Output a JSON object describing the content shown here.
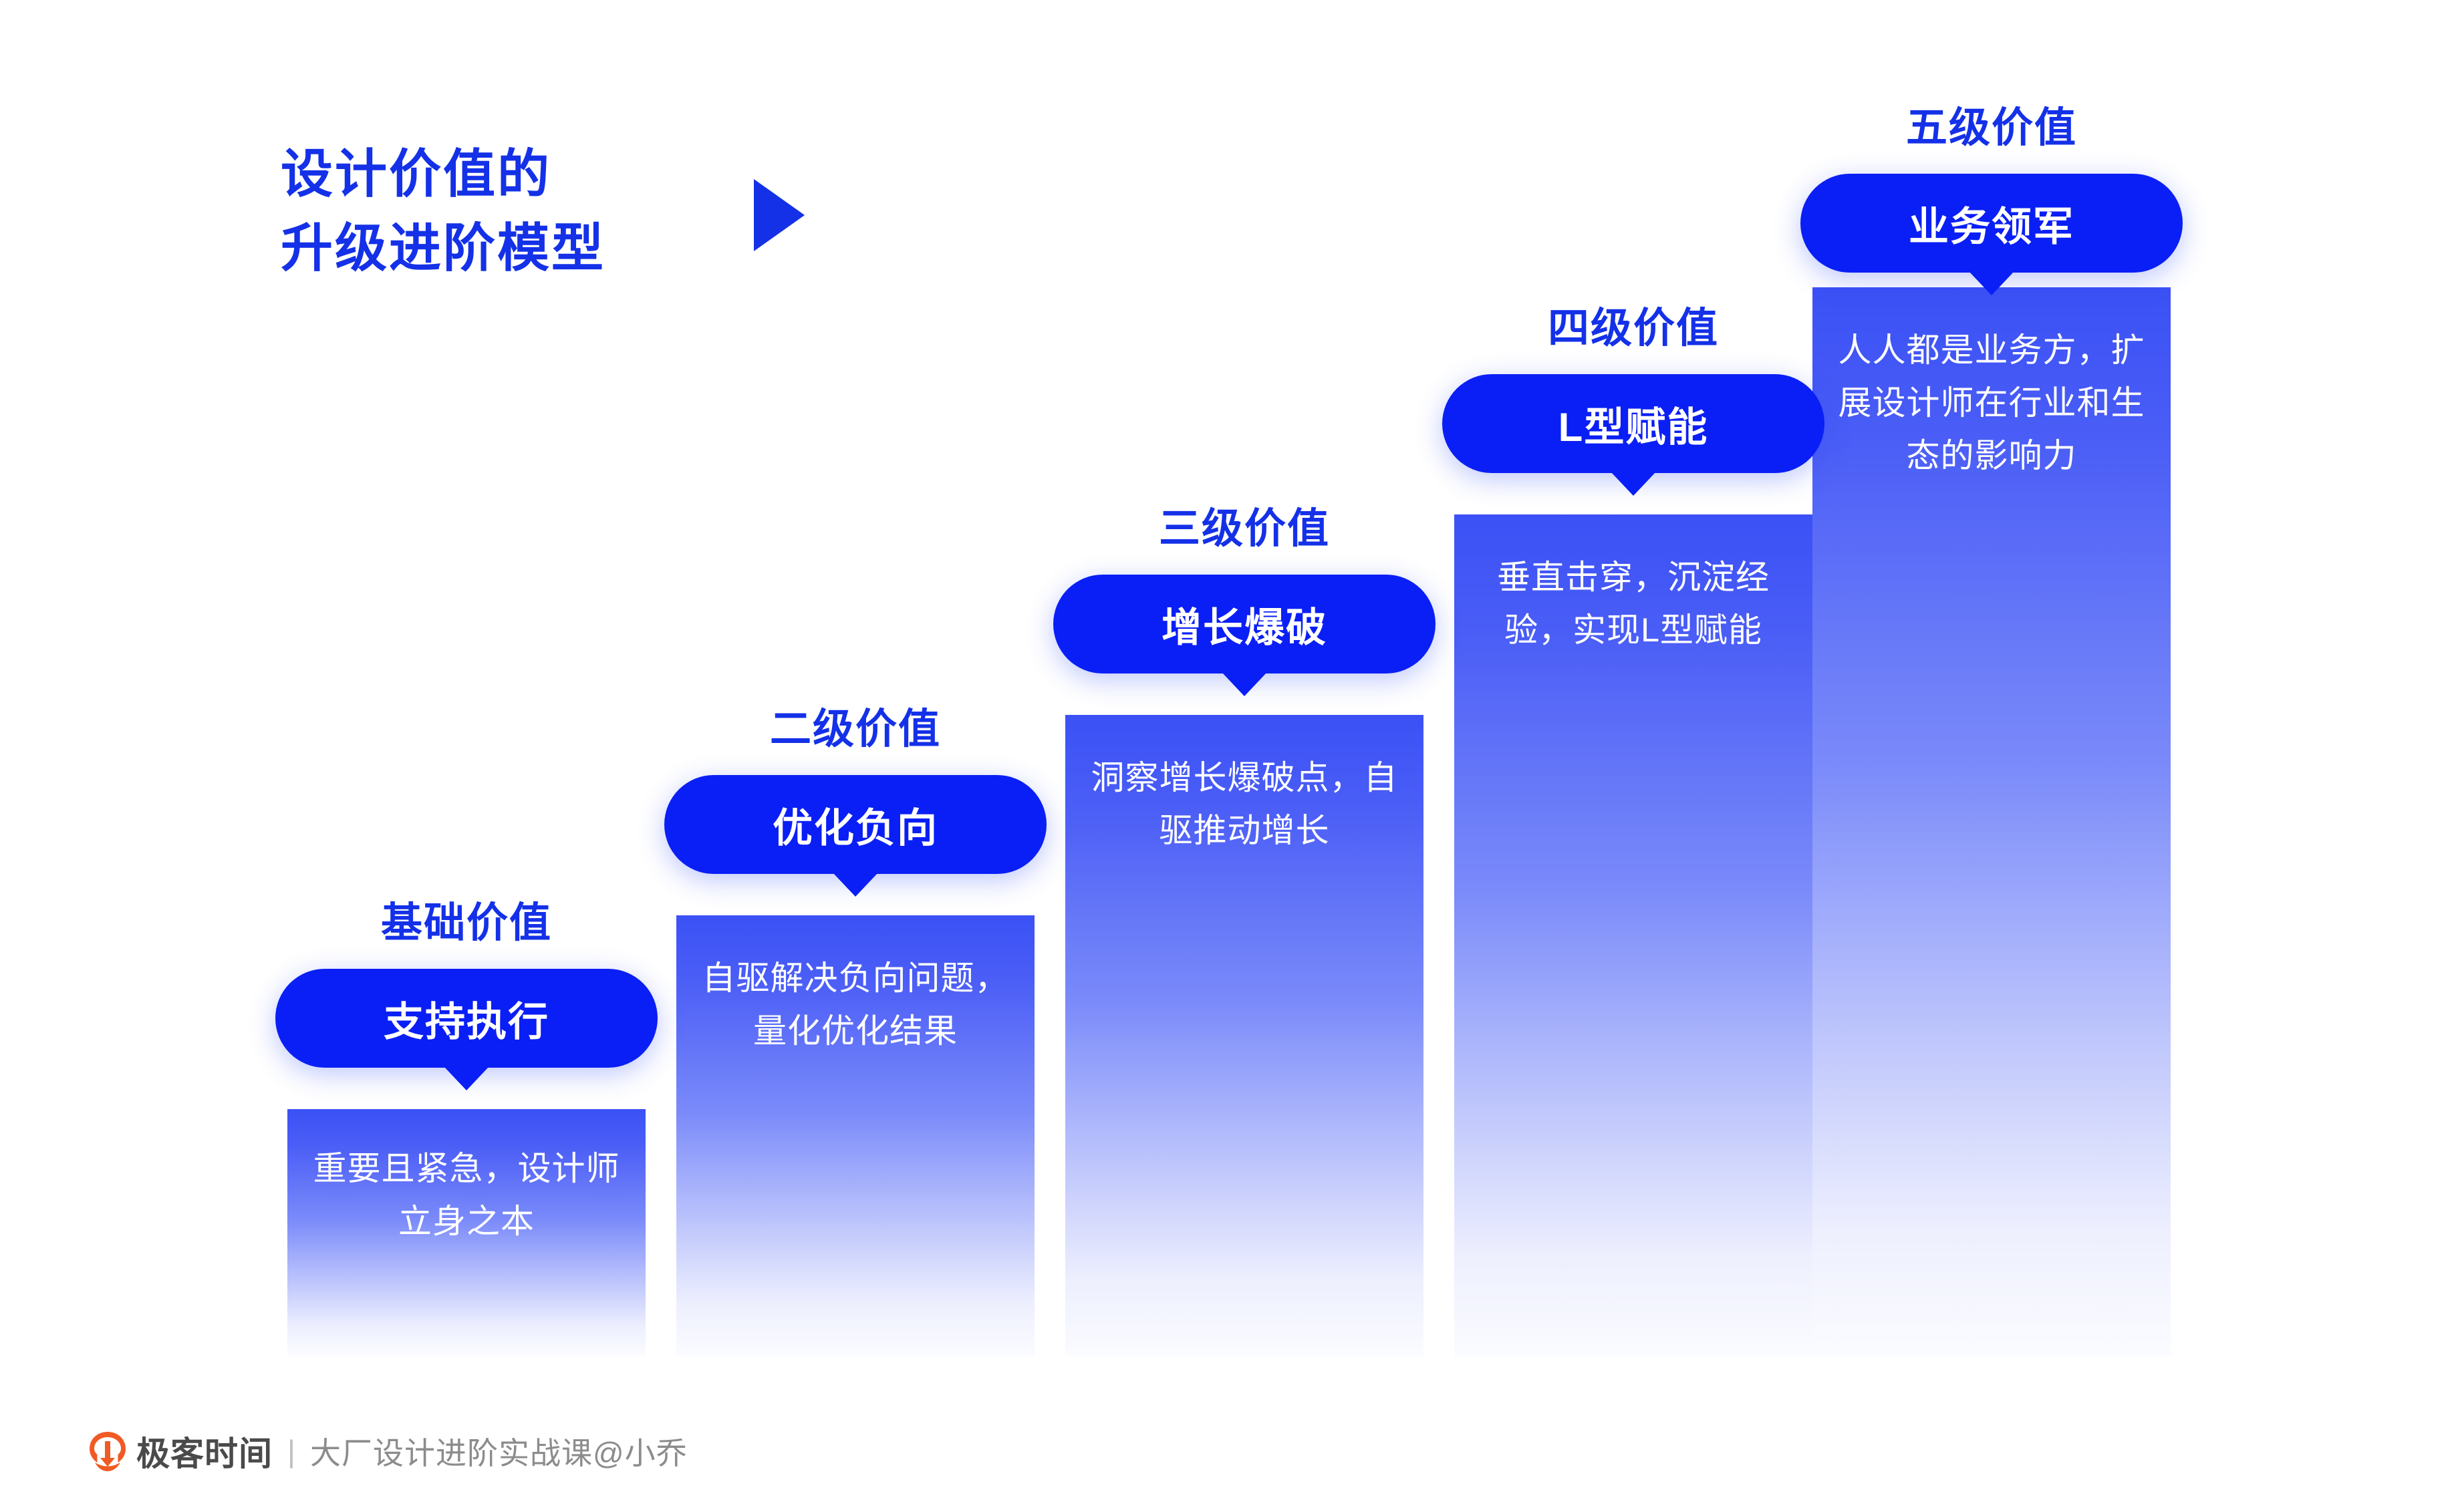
{
  "title": {
    "line1": "设计价值的",
    "line2": "升级进阶模型",
    "color": "#1431E8"
  },
  "icons": {
    "play_triangle": "play-triangle-icon",
    "logo_mark": "geekbang-logo-icon"
  },
  "colors": {
    "accent_blue": "#1431E8",
    "pill_blue": "#0A1FF5",
    "bar_top_blue": "#3B51F5",
    "bar_bottom": "#FBFCFF",
    "logo_orange": "#F05A24",
    "footer_text": "#8C8C8C"
  },
  "chart_data": {
    "type": "bar",
    "title": "设计价值的升级进阶模型",
    "xlabel": "",
    "ylabel": "",
    "categories": [
      "基础价值",
      "二级价值",
      "三级价值",
      "四级价值",
      "五级价值"
    ],
    "values": [
      1,
      2,
      3,
      4,
      5
    ],
    "ylim": [
      0,
      5
    ],
    "grid": false,
    "legend": "none",
    "series": [
      {
        "name": "设计价值层级",
        "values": [
          1,
          2,
          3,
          4,
          5
        ]
      }
    ],
    "annotations": [
      "支持执行",
      "优化负向",
      "增长爆破",
      "L型赋能",
      "业务领军"
    ]
  },
  "steps": [
    {
      "level_title": "基础价值",
      "pill_label": "支持执行",
      "description": "重要且紧急，设计师立身之本"
    },
    {
      "level_title": "二级价值",
      "pill_label": "优化负向",
      "description": "自驱解决负向问题，量化优化结果"
    },
    {
      "level_title": "三级价值",
      "pill_label": "增长爆破",
      "description": "洞察增长爆破点，自驱推动增长"
    },
    {
      "level_title": "四级价值",
      "pill_label": "L型赋能",
      "description": "垂直击穿，沉淀经验，实现L型赋能"
    },
    {
      "level_title": "五级价值",
      "pill_label": "业务领军",
      "description": "人人都是业务方，扩展设计师在行业和生态的影响力"
    }
  ],
  "footer": {
    "brand": "极客时间",
    "separator": "|",
    "course": "大厂设计进阶实战课@小乔"
  }
}
